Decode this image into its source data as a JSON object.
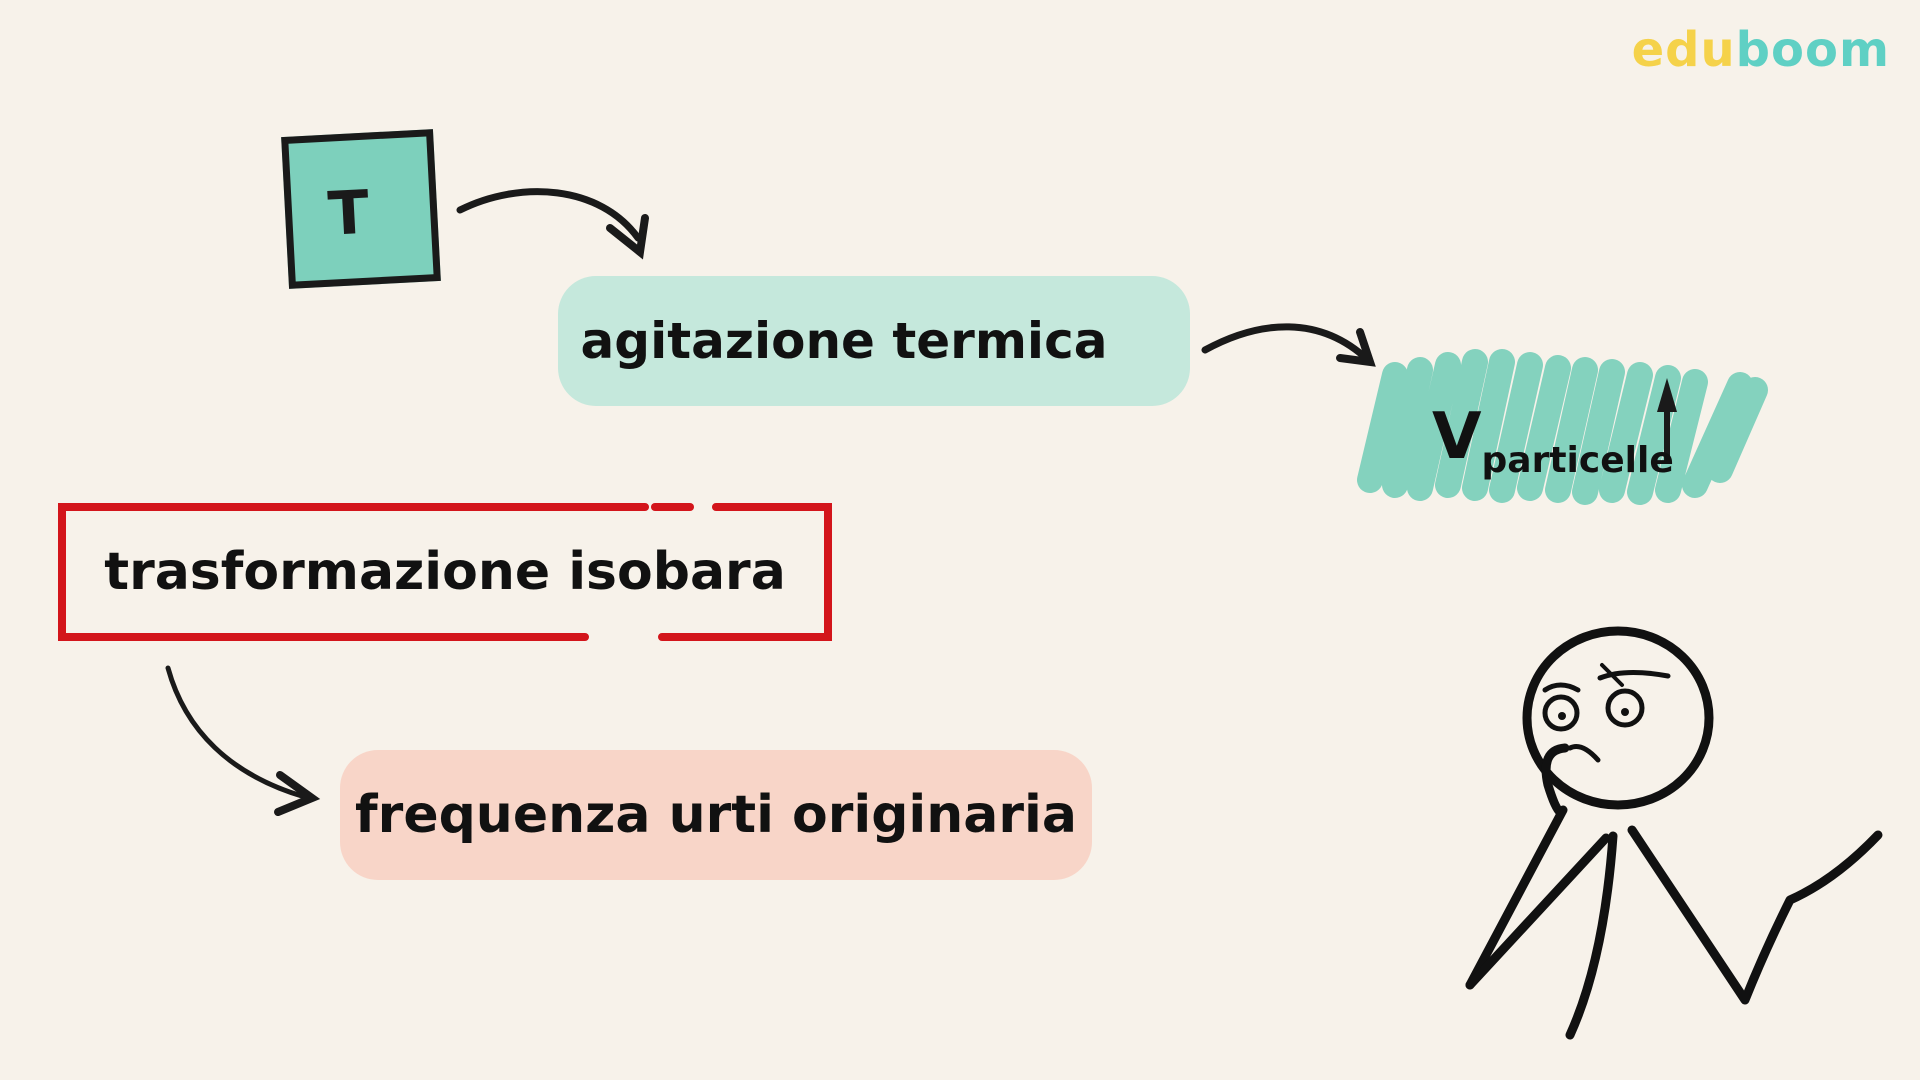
{
  "logo": {
    "part1": "edu",
    "part2": "boom"
  },
  "nodes": {
    "t": {
      "label": "T"
    },
    "agitazione": {
      "label": "agitazione termica"
    },
    "v": {
      "main": "V",
      "sub": "particelle"
    },
    "isobara": {
      "label": "trasformazione isobara"
    },
    "frequenza": {
      "label": "frequenza urti originaria"
    }
  },
  "colors": {
    "teal": "#7dd0bc",
    "teal_light": "#c5e8dc",
    "salmon_light": "#f8d5c8",
    "red": "#d3151b",
    "ink": "#1a1a1a",
    "background": "#f7f2ea"
  },
  "icons": [
    "up-arrow-icon",
    "curved-arrow-icon",
    "thinking-stick-figure"
  ]
}
